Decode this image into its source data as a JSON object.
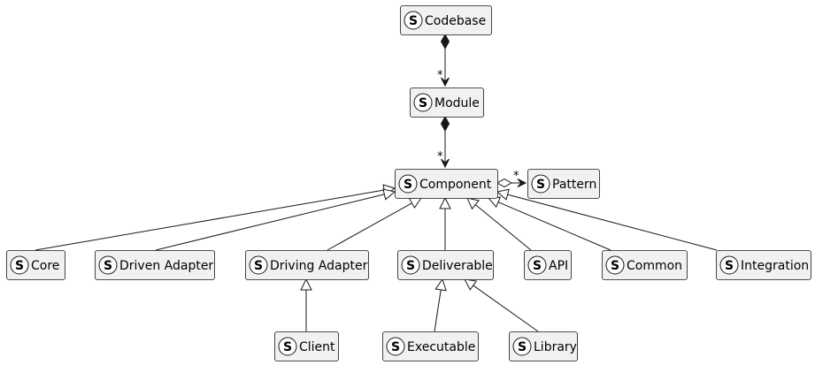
{
  "diagram": {
    "stereotype_letter": "S",
    "nodes": [
      {
        "id": "codebase",
        "label": "Codebase"
      },
      {
        "id": "module",
        "label": "Module"
      },
      {
        "id": "component",
        "label": "Component"
      },
      {
        "id": "pattern",
        "label": "Pattern"
      },
      {
        "id": "core",
        "label": "Core"
      },
      {
        "id": "driven-adapter",
        "label": "Driven Adapter"
      },
      {
        "id": "driving-adapter",
        "label": "Driving Adapter"
      },
      {
        "id": "deliverable",
        "label": "Deliverable"
      },
      {
        "id": "api",
        "label": "API"
      },
      {
        "id": "common",
        "label": "Common"
      },
      {
        "id": "integration",
        "label": "Integration"
      },
      {
        "id": "client",
        "label": "Client"
      },
      {
        "id": "executable",
        "label": "Executable"
      },
      {
        "id": "library",
        "label": "Library"
      }
    ],
    "edges": [
      {
        "from": "codebase",
        "to": "module",
        "type": "composition",
        "multiplicity": "*"
      },
      {
        "from": "module",
        "to": "component",
        "type": "composition",
        "multiplicity": "*"
      },
      {
        "from": "component",
        "to": "pattern",
        "type": "aggregation",
        "multiplicity": "*"
      },
      {
        "from": "core",
        "to": "component",
        "type": "generalization"
      },
      {
        "from": "driven-adapter",
        "to": "component",
        "type": "generalization"
      },
      {
        "from": "driving-adapter",
        "to": "component",
        "type": "generalization"
      },
      {
        "from": "deliverable",
        "to": "component",
        "type": "generalization"
      },
      {
        "from": "api",
        "to": "component",
        "type": "generalization"
      },
      {
        "from": "common",
        "to": "component",
        "type": "generalization"
      },
      {
        "from": "integration",
        "to": "component",
        "type": "generalization"
      },
      {
        "from": "client",
        "to": "driving-adapter",
        "type": "generalization"
      },
      {
        "from": "executable",
        "to": "deliverable",
        "type": "generalization"
      },
      {
        "from": "library",
        "to": "deliverable",
        "type": "generalization"
      }
    ]
  }
}
